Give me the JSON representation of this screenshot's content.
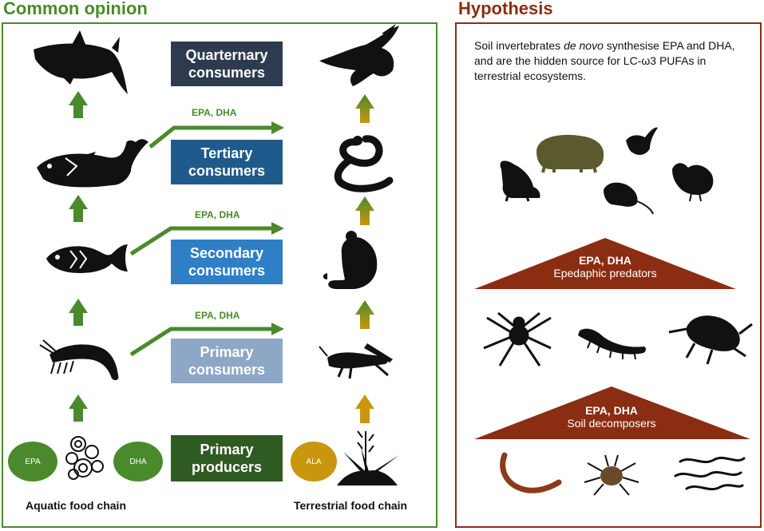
{
  "left_panel": {
    "title": "Common opinion",
    "boxes": [
      {
        "label": "Quarternary\nconsumers",
        "color": "#2e3b4e"
      },
      {
        "label": "Tertiary\nconsumers",
        "color": "#1f5a8c"
      },
      {
        "label": "Secondary\nconsumers",
        "color": "#2f7fc7"
      },
      {
        "label": "Primary\nconsumers",
        "color": "#8fa7c6"
      },
      {
        "label": "Primary\nproducers",
        "color": "#2f5a22"
      }
    ],
    "epa_dha_labels": [
      "EPA, DHA",
      "EPA, DHA",
      "EPA, DHA"
    ],
    "aquatic_circles": [
      "EPA",
      "DHA"
    ],
    "terrestrial_circle": "ALA",
    "aquatic_label": "Aquatic food chain",
    "terrestrial_label": "Terrestrial food chain",
    "colors": {
      "green": "#4a8a2c",
      "dark_green": "#2f5a22",
      "gold": "#c9960e",
      "silhouette": "#111111"
    }
  },
  "right_panel": {
    "title": "Hypothesis",
    "text_before": "Soil invertebrates ",
    "text_italic": "de novo",
    "text_after": " synthesise EPA and DHA, and are the hidden source for LC-ω3 PUFAs in terrestrial ecosystems.",
    "upper_pyramid": {
      "bold": "EPA, DHA",
      "label": "Epedaphic predators"
    },
    "lower_pyramid": {
      "bold": "EPA, DHA",
      "label": "Soil decomposers"
    },
    "colors": {
      "brown": "#8b2d12",
      "pig": "#5b5a2e",
      "worm": "#8b3a1a",
      "mite": "#6b4a2a"
    }
  }
}
